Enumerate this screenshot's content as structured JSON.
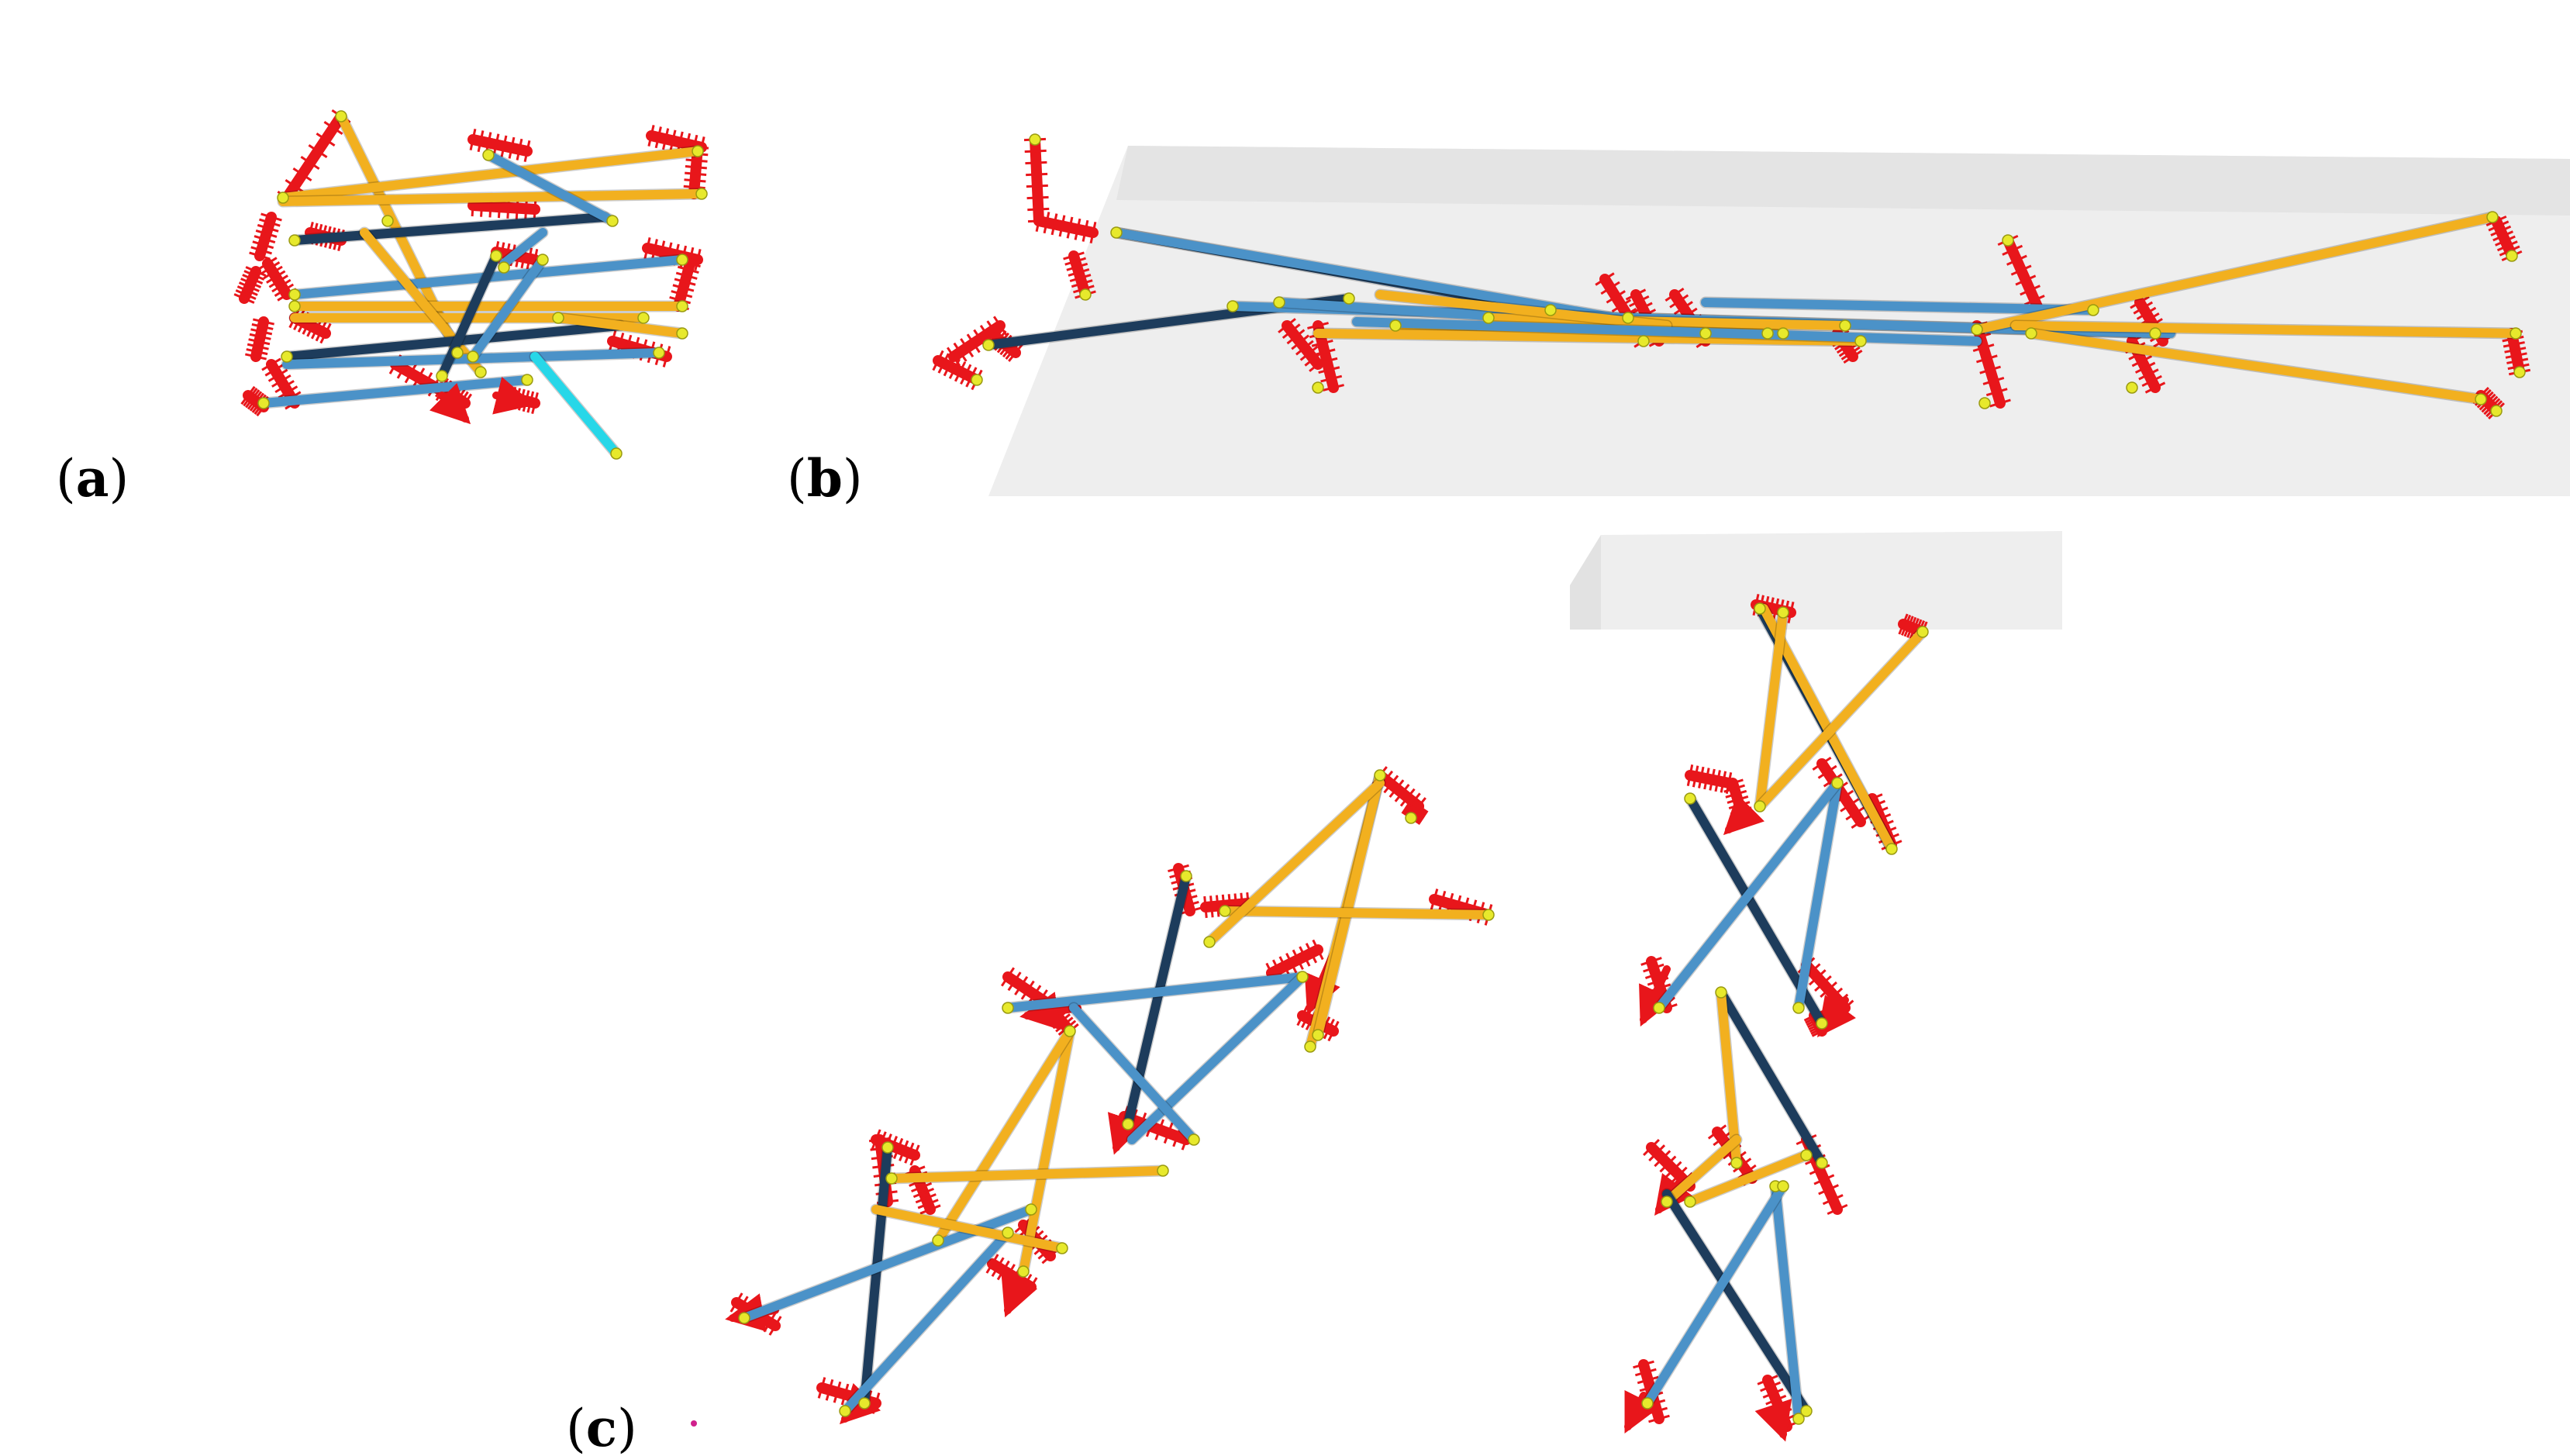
{
  "figure": {
    "panels": [
      {
        "id": "a",
        "letter": "a"
      },
      {
        "id": "b",
        "letter": "b"
      },
      {
        "id": "c",
        "letter": "c"
      }
    ],
    "colors": {
      "gold": "#F2B01F",
      "light_blue": "#4B92C8",
      "dark_blue": "#1D3C5C",
      "cyan": "#27D7E8",
      "red": "#E8161B",
      "node": "#E7E92C",
      "plate": "#EEEEEE",
      "plate_edge": "#DCDCDC"
    }
  }
}
